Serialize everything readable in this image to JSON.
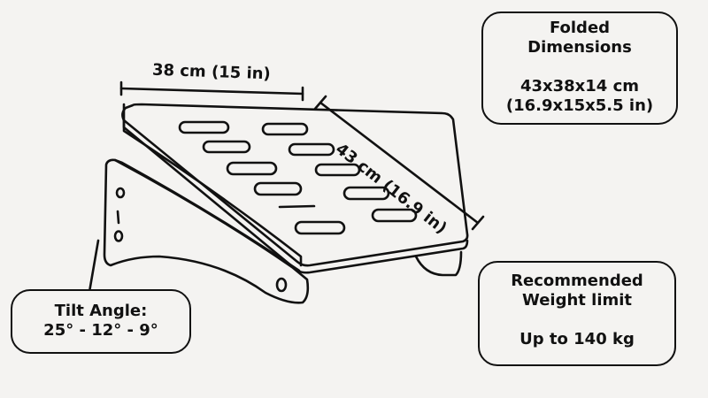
{
  "dimensions": {
    "width_label": "38 cm (15 in)",
    "depth_label": "43 cm (16.9 in)"
  },
  "folded": {
    "title_line1": "Folded",
    "title_line2": "Dimensions",
    "value_cm": "43x38x14 cm",
    "value_in": "(16.9x15x5.5 in)"
  },
  "weight": {
    "title_line1": "Recommended",
    "title_line2": "Weight limit",
    "value": "Up to 140 kg"
  },
  "tilt": {
    "title": "Tilt Angle:",
    "values": "25° - 12° - 9°"
  },
  "colors": {
    "background": "#f4f3f1",
    "stroke": "#111111"
  }
}
